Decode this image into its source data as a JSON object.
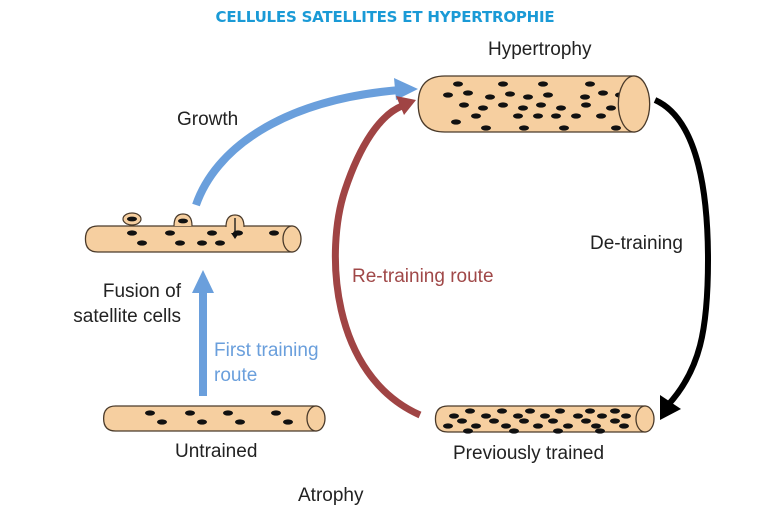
{
  "title": "CELLULES SATELLITES ET HYPERTROPHIE",
  "colors": {
    "title": "#1a9ad6",
    "blue_arrow": "#6a9fdc",
    "red_arrow": "#a04444",
    "black_arrow": "#000000",
    "fiber_fill": "#f6cfa0",
    "fiber_stroke": "#4a3a2a",
    "nucleus": "#111111",
    "blue_text": "#6a9fdc",
    "red_text": "#a04848"
  },
  "labels": {
    "hypertrophy": "Hypertrophy",
    "growth": "Growth",
    "de_training": "De-training",
    "re_training_route": "Re-training route",
    "fusion_line1": "Fusion of",
    "fusion_line2": "satellite cells",
    "first_training_line1": "First training",
    "first_training_line2": "route",
    "untrained": "Untrained",
    "previously_trained": "Previously trained",
    "atrophy": "Atrophy"
  }
}
